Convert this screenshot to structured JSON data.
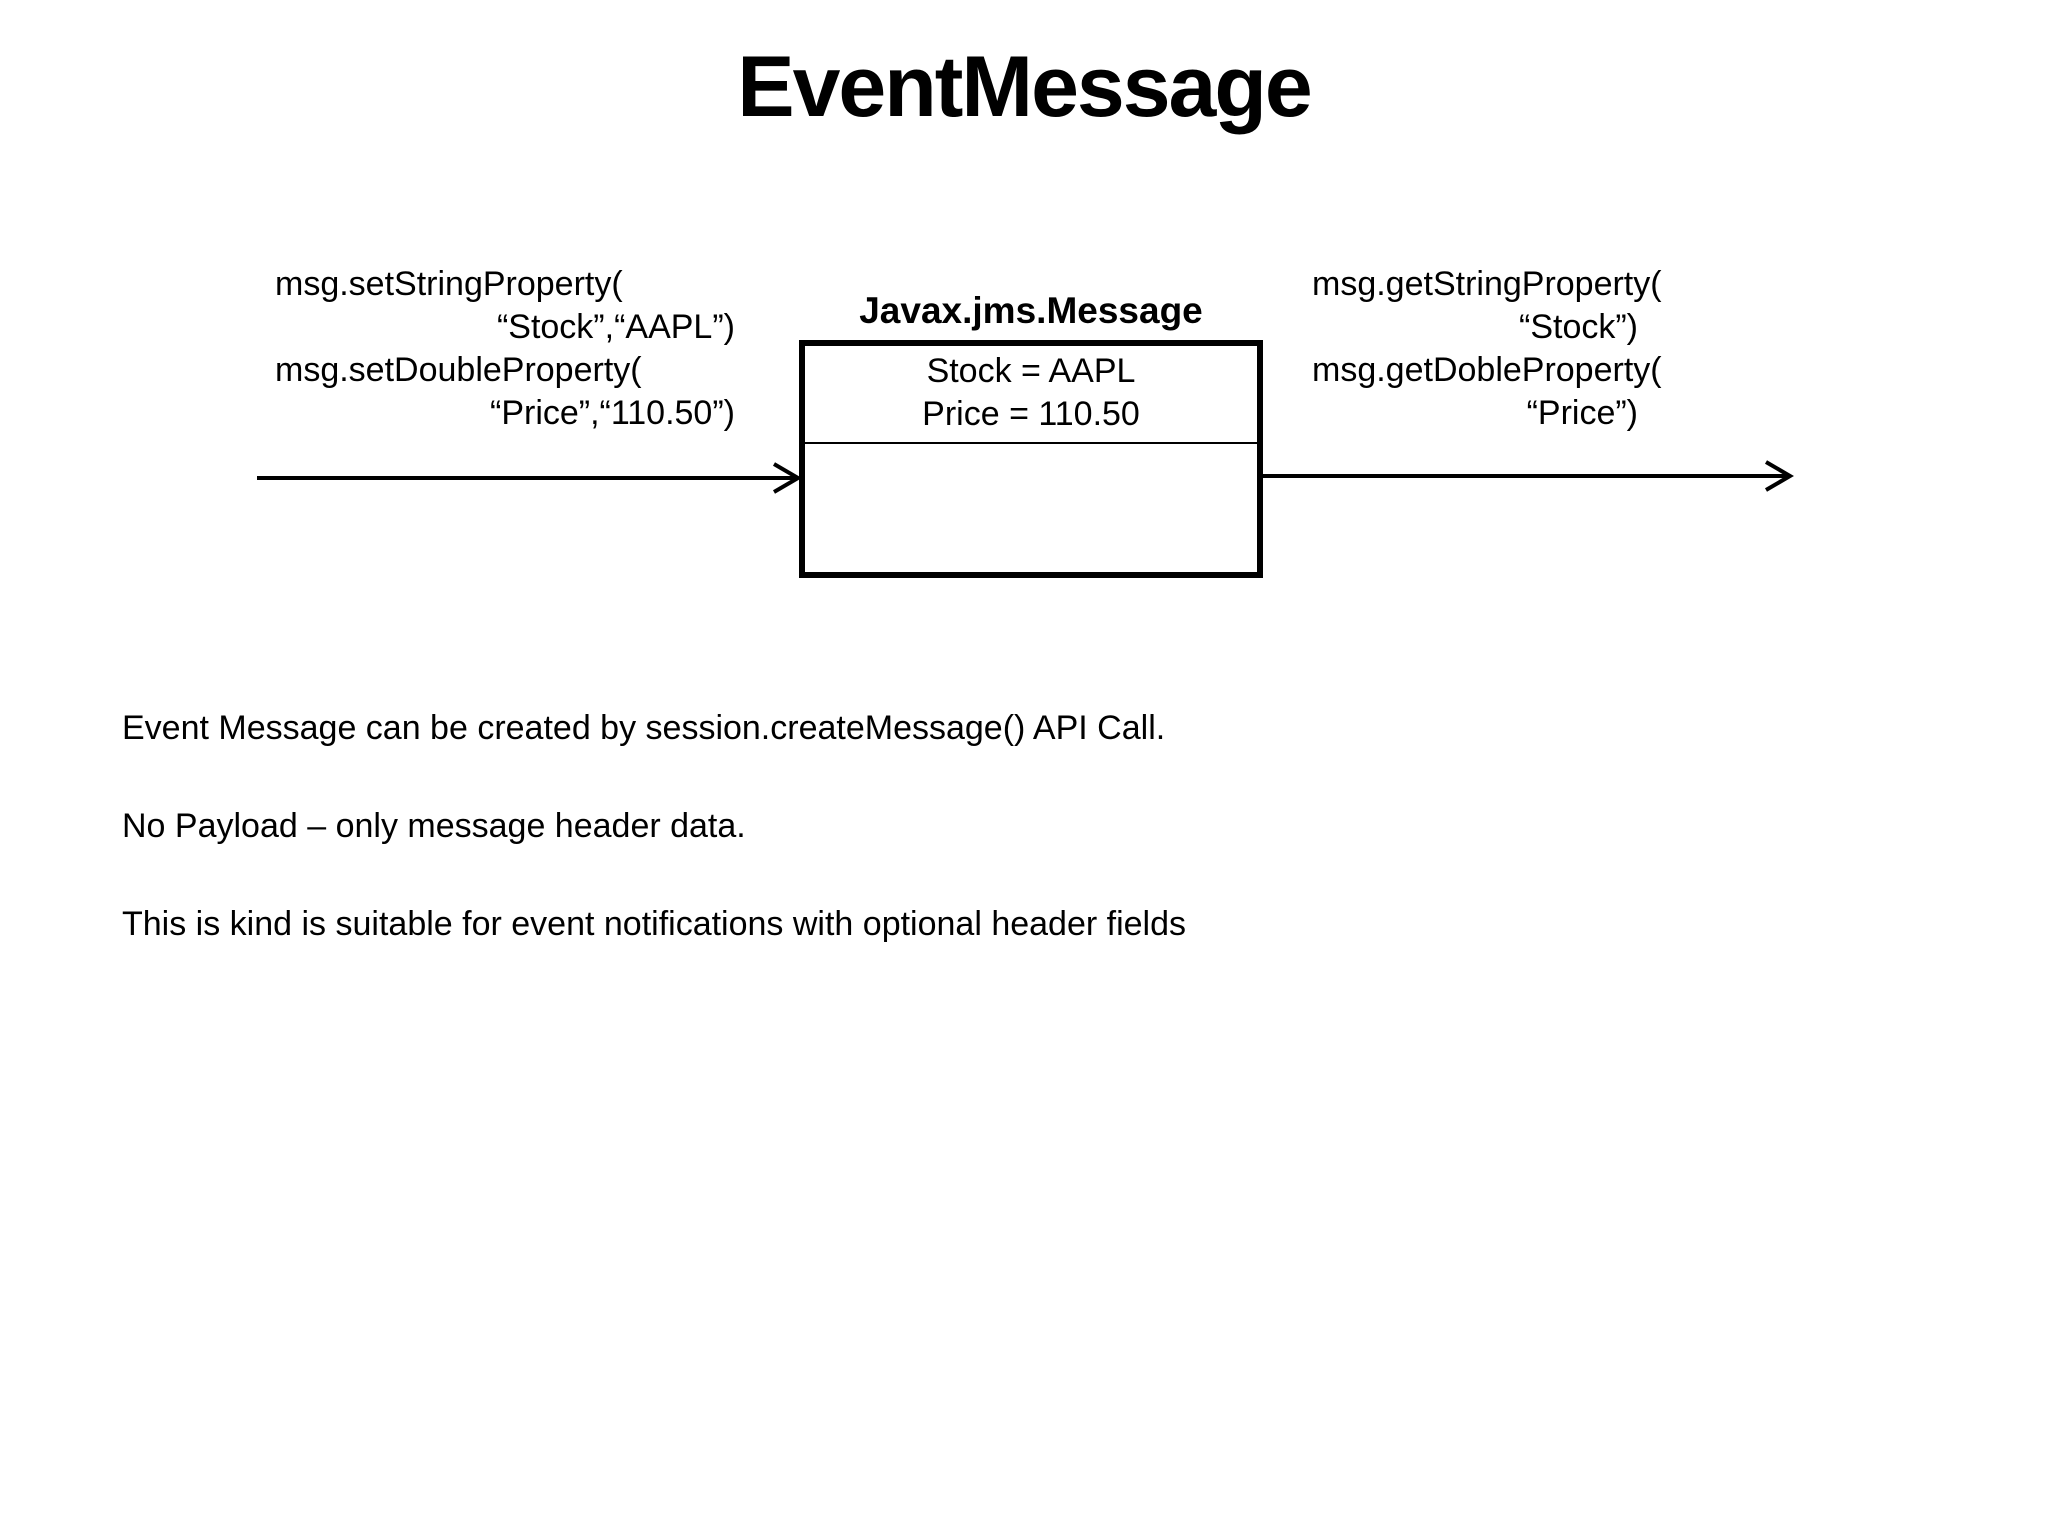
{
  "slide": {
    "title": "EventMessage",
    "producer_code": {
      "line1": "msg.setStringProperty(",
      "line2": "“Stock”,“AAPL”)",
      "line3": "msg.setDoubleProperty(",
      "line4": "“Price”,“110.50”)"
    },
    "message_box": {
      "label": "Javax.jms.Message",
      "properties": [
        "Stock = AAPL",
        "Price = 110.50"
      ]
    },
    "consumer_code": {
      "line1": "msg.getStringProperty(",
      "line2": "“Stock”)",
      "line3": "msg.getDobleProperty(",
      "line4": "“Price”)"
    },
    "notes": [
      "Event Message can be created by session.createMessage() API Call.",
      "No Payload – only message header data.",
      "This is kind is suitable for event notifications with optional header fields"
    ],
    "colors": {
      "foreground": "#000000",
      "background": "#ffffff"
    }
  }
}
